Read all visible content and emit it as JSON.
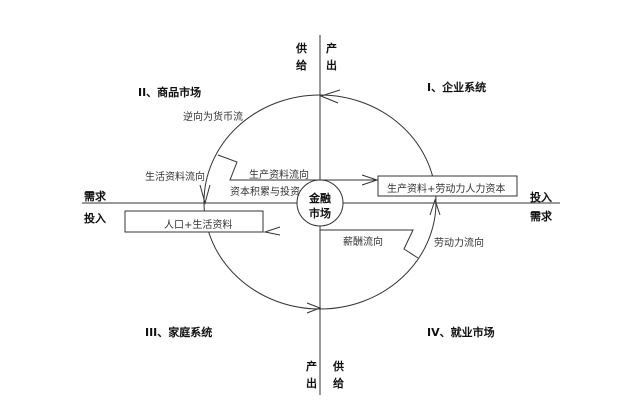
{
  "axes": {
    "top_left": "供给",
    "top_right": "产出",
    "bottom_left": "产出",
    "bottom_right": "供给",
    "left_top": "需求",
    "left_bottom": "投入",
    "right_top": "投入",
    "right_bottom": "需求"
  },
  "quadrants": {
    "q1": "I、企业系统",
    "q2": "II、商品市场",
    "q3": "III、家庭系统",
    "q4": "IV、就业市场"
  },
  "center": {
    "line1": "金融",
    "line2": "市场"
  },
  "boxes": {
    "firm": "生产资料+劳动力人力资本",
    "household": "人口+生活资料"
  },
  "flows": {
    "money": "逆向为货币流",
    "consumer_goods": "生活资料流向",
    "production_goods": "生产资料流向",
    "capital": "资本积累与投资",
    "salary": "薪酬流向",
    "labor": "劳动力流向"
  }
}
